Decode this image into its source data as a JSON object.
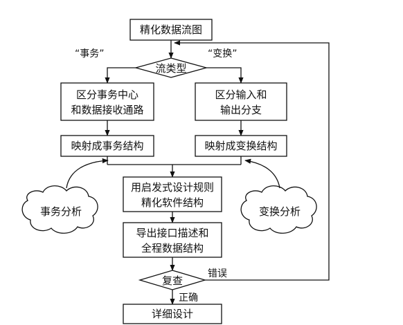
{
  "diagram": {
    "nodes": {
      "refine_dfd": "精化数据流图",
      "flow_type": "流类型",
      "distinguish_transaction": [
        "区分事务中心",
        "和数据接收通路"
      ],
      "distinguish_transform": [
        "区分输入和",
        "输出分支"
      ],
      "map_transaction": "映射成事务结构",
      "map_transform": "映射成变换结构",
      "heuristic_refine": [
        "用启发式设计规则",
        "精化软件结构"
      ],
      "derive_interface": [
        "导出接口描述和",
        "全程数据结构"
      ],
      "review": "复查",
      "detailed_design": "详细设计"
    },
    "clouds": {
      "transaction_analysis": "事务分析",
      "transform_analysis": "变换分析"
    },
    "edge_labels": {
      "transaction": "“事务”",
      "transform": "“变换”",
      "error": "错误",
      "correct": "正确"
    }
  }
}
